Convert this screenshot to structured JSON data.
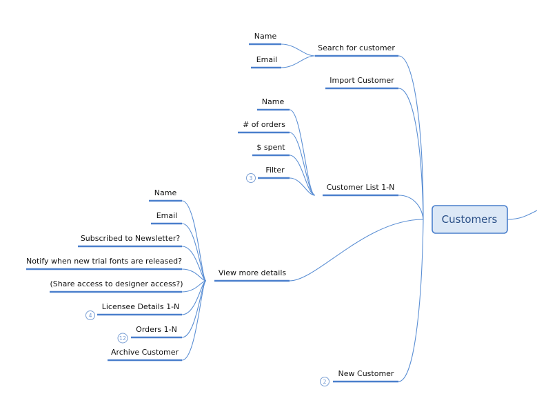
{
  "colors": {
    "line": "#5b8fd4",
    "underline": "#4a7fcc",
    "root_fill": "#dce8f6",
    "root_text": "#2a4f86"
  },
  "root": {
    "label": "Customers"
  },
  "branches": {
    "search": {
      "label": "Search for customer",
      "children": {
        "name": "Name",
        "email": "Email"
      }
    },
    "import": {
      "label": "Import Customer"
    },
    "list": {
      "label": "Customer List 1-N",
      "children": {
        "name": "Name",
        "orders": "# of orders",
        "spent": "$ spent",
        "filter": {
          "label": "Filter",
          "badge": "3"
        }
      }
    },
    "details": {
      "label": "View more details",
      "children": {
        "name": "Name",
        "email": "Email",
        "newsletter": "Subscribed to Newsletter?",
        "notify": "Notify when new trial fonts are released?",
        "share": "(Share access to designer access?)",
        "licensee": {
          "label": "Licensee Details 1-N",
          "badge": "4"
        },
        "orders": {
          "label": "Orders 1-N",
          "badge": "12"
        },
        "archive": "Archive Customer"
      }
    },
    "new": {
      "label": "New Customer",
      "badge": "2"
    }
  }
}
